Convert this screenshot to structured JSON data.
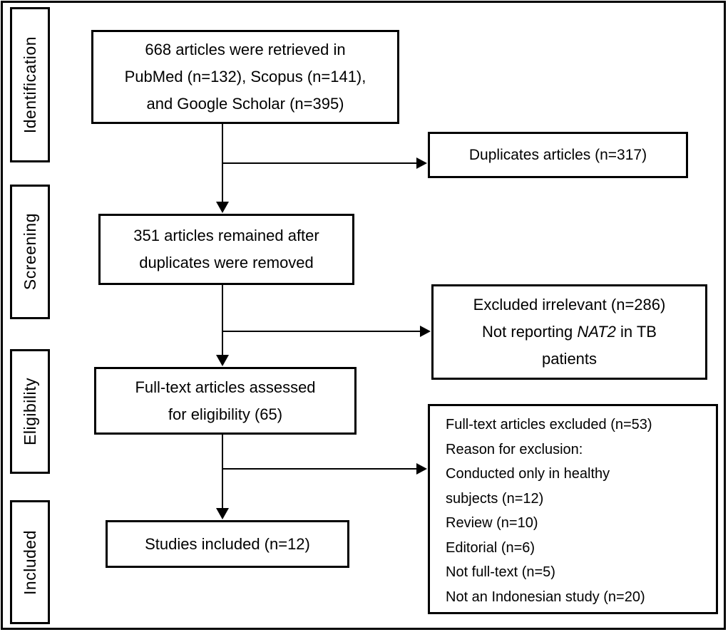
{
  "stage_labels": {
    "identification": "Identification",
    "screening": "Screening",
    "eligibility": "Eligibility",
    "included": "Included"
  },
  "boxes": {
    "retrieved": {
      "line1": "668 articles were retrieved in",
      "line2": "PubMed (n=132), Scopus (n=141),",
      "line3": "and Google Scholar (n=395)"
    },
    "duplicates": {
      "line1": "Duplicates articles (n=317)"
    },
    "remained": {
      "line1": "351 articles remained after",
      "line2": "duplicates were removed"
    },
    "excluded_irrelevant": {
      "line1": "Excluded irrelevant (n=286)",
      "line2_pre": "Not reporting ",
      "line2_gene": "NAT2",
      "line2_post": " in TB",
      "line3": "patients"
    },
    "fulltext_assessed": {
      "line1": "Full-text articles assessed",
      "line2": "for eligibility (65)"
    },
    "fulltext_excluded": {
      "line1": "Full-text articles excluded (n=53)",
      "line2": "Reason for exclusion:",
      "line3": "Conducted only in healthy",
      "line4": "subjects (n=12)",
      "line5": "Review (n=10)",
      "line6": "Editorial (n=6)",
      "line7": "Not full-text (n=5)",
      "line8": "Not an Indonesian study (n=20)"
    },
    "studies_included": {
      "line1": "Studies included (n=12)"
    }
  },
  "colors": {
    "ink": "#000000",
    "background": "#ffffff"
  }
}
